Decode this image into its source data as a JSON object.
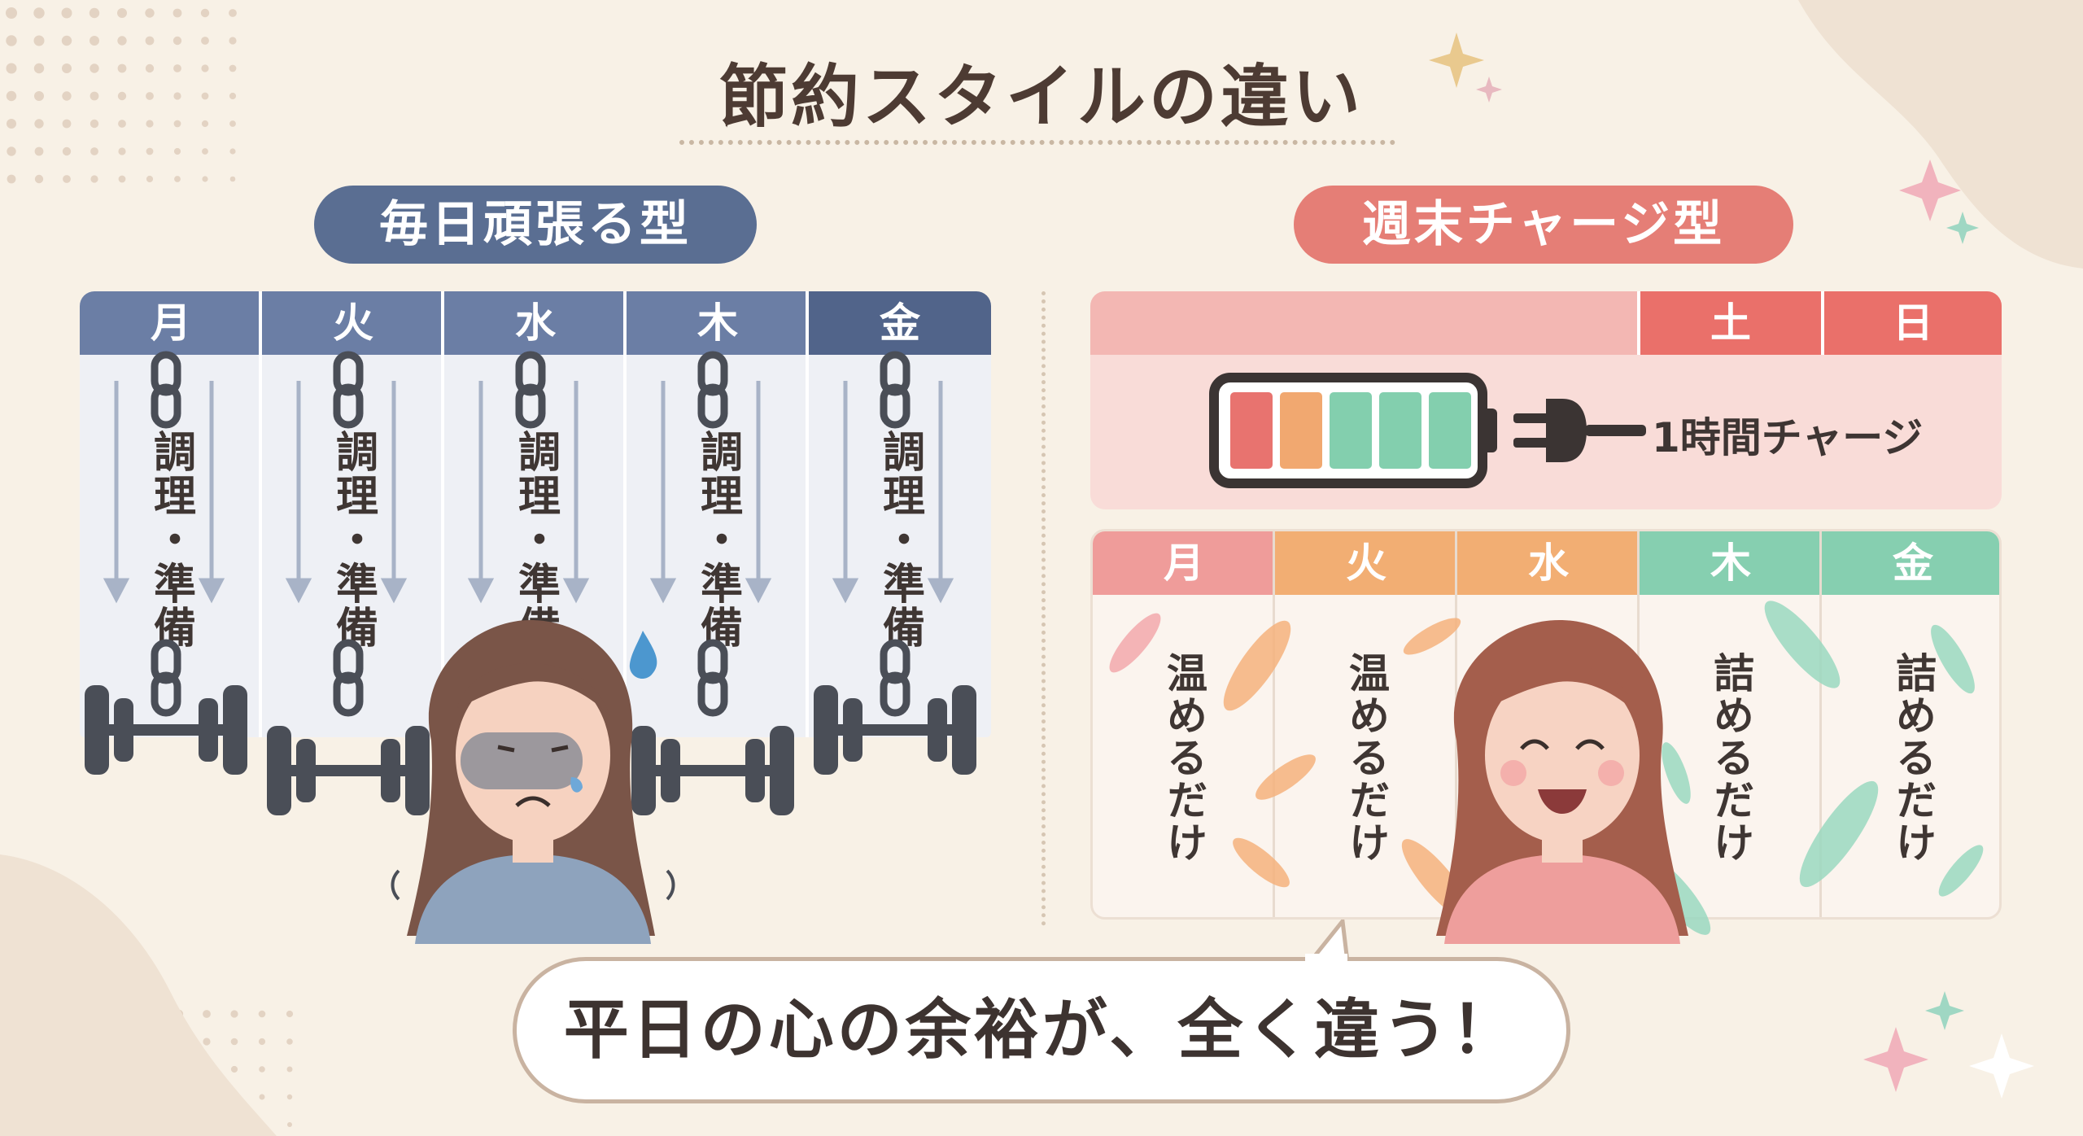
{
  "title": "節約スタイルの違い",
  "left": {
    "label": "毎日頑張る型",
    "days": [
      "月",
      "火",
      "水",
      "木",
      "金"
    ],
    "task": "調理・準備"
  },
  "right": {
    "label": "週末チャージ型",
    "weekend_days": [
      "土",
      "日"
    ],
    "charge_text": "1時間チャージ",
    "days": [
      "月",
      "火",
      "水",
      "木",
      "金"
    ],
    "tasks": [
      "温めるだけ",
      "温めるだけ",
      "",
      "詰めるだけ",
      "詰めるだけ"
    ],
    "day_colors": [
      "#ef9c9a",
      "#f2ae73",
      "#f2ae73",
      "#86cfb0",
      "#86cfb0"
    ]
  },
  "caption": "平日の心の余裕が、全く違う！",
  "colors": {
    "background": "#f8f1e6",
    "left_accent": "#5a6e92",
    "right_accent": "#e57e76",
    "battery_levels": [
      "#e8736f",
      "#f1a870",
      "#83cfae",
      "#83cfae",
      "#83cfae"
    ]
  }
}
